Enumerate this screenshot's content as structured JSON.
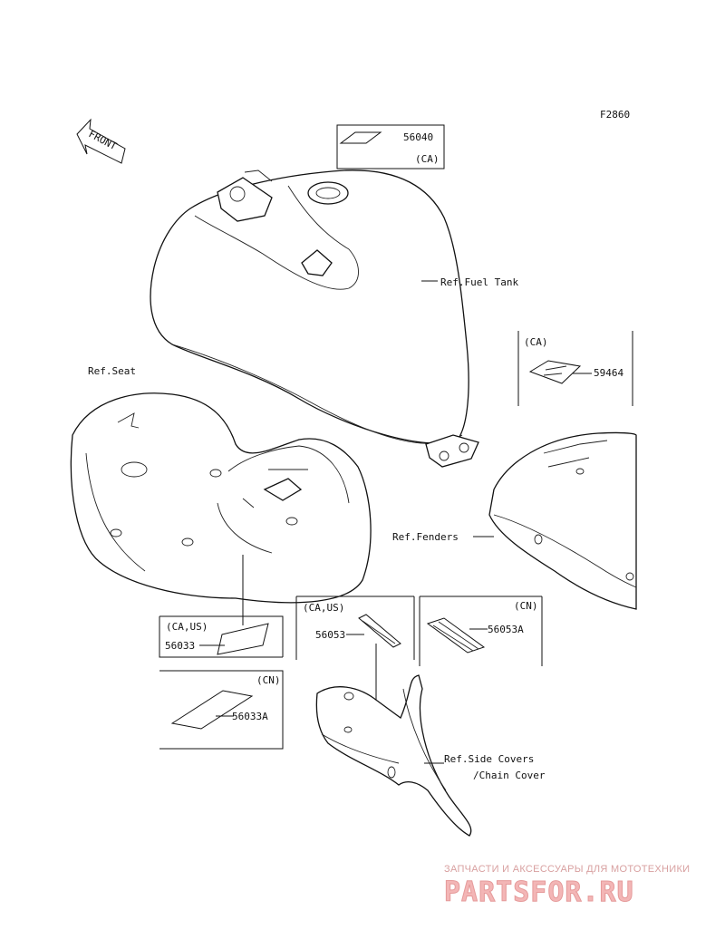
{
  "figure_code": "F2860",
  "front_arrow_text": "FRONT",
  "callouts": {
    "p56040": "56040",
    "p56040_region": "(CA)",
    "ref_fuel_tank": "Ref.Fuel Tank",
    "p59464_region": "(CA)",
    "p59464": "59464",
    "ref_seat": "Ref.Seat",
    "ref_fenders": "Ref.Fenders",
    "p56033_region": "(CA,US)",
    "p56033": "56033",
    "p56053_region": "(CA,US)",
    "p56053": "56053",
    "p56053a_region": "(CN)",
    "p56053a": "56053A",
    "p56033a_region": "(CN)",
    "p56033a": "56033A",
    "ref_side_covers_line1": "Ref.Side Covers",
    "ref_side_covers_line2": "/Chain Cover"
  },
  "watermark": {
    "tagline": "ЗАПЧАСТИ И АКСЕССУАРЫ ДЛЯ МОТОТЕХНИКИ",
    "logo": "PARTSFOR.RU"
  }
}
